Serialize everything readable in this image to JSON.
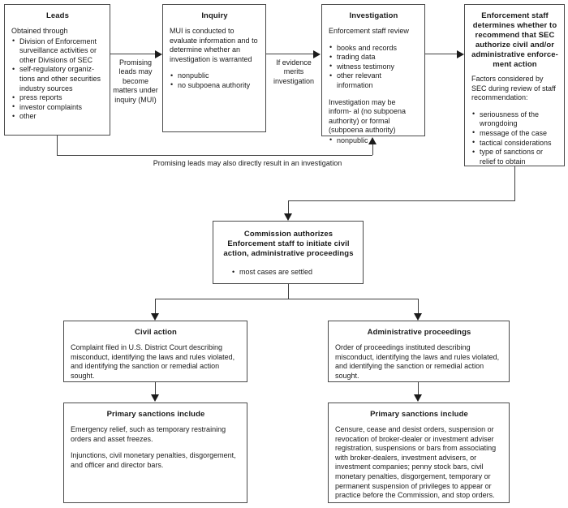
{
  "diagram": {
    "title": "SEC Enforcement Process Flowchart",
    "colors": {
      "background": "#ffffff",
      "box_border": "#4a4a4a",
      "connector": "#3f3f3f",
      "text": "#1a1a1a"
    }
  },
  "nodes": {
    "leads": {
      "title": "Leads",
      "intro": "Obtained through",
      "bullets": [
        "Division of Enforcement surveillance activities or other Divisions of SEC",
        "self-regulatory organiz- tions and other securities industry sources",
        "press reports",
        "investor complaints",
        "other"
      ]
    },
    "inquiry": {
      "title": "Inquiry",
      "paragraph": "MUI is conducted to evaluate information and to determine whether an investigation is warranted",
      "bullets": [
        "nonpublic",
        "no subpoena authority"
      ]
    },
    "investigation": {
      "title": "Investigation",
      "intro": "Enforcement staff review",
      "bullets": [
        "books and records",
        "trading data",
        "witness testimony",
        "other relevant information"
      ],
      "paragraph": "Investigation may be inform- al (no subpoena authority) or formal (subpoena authority)",
      "bullets2": [
        "nonpublic"
      ]
    },
    "enforcement_staff": {
      "title": "Enforcement staff determines whether to recommend that SEC authorize civil and/or administrative enforce- ment action",
      "paragraph": "Factors considered by SEC during review of staff recommendation:",
      "bullets": [
        "seriousness of the wrongdoing",
        "message of the case",
        "tactical considerations",
        "type of sanctions or relief to obtain"
      ]
    },
    "commission": {
      "title": "Commission authorizes Enforcement staff to initiate civil action, administrative proceedings",
      "bullets": [
        "most cases are settled"
      ]
    },
    "civil_action": {
      "title": "Civil action",
      "paragraph": "Complaint filed in U.S. District Court describing misconduct, identifying the laws and rules violated, and identifying the sanction or remedial action sought."
    },
    "admin_proceedings": {
      "title": "Administrative proceedings",
      "paragraph": "Order of proceedings instituted describing misconduct, identifying the laws and rules violated, and identifying the sanction or remedial action sought."
    },
    "civil_sanctions": {
      "title": "Primary sanctions include",
      "paragraph1": "Emergency relief, such as temporary restraining orders and asset freezes.",
      "paragraph2": "Injunctions, civil monetary penalties, disgorgement, and officer and director bars."
    },
    "admin_sanctions": {
      "title": "Primary sanctions include",
      "paragraph1": "Censure, cease and desist orders, suspension or revocation of broker-dealer or investment adviser registration, suspensions or bars from associating with broker-dealers, investment advisers, or investment companies; penny stock bars, civil monetary penalties, disgorgement, temporary or permanent suspension of privileges to appear or practice before the Commission, and stop orders."
    }
  },
  "edges": {
    "leads_to_inquiry": "Promising leads may become matters under inquiry (MUI)",
    "inquiry_to_investigation": "If evidence merits investigation",
    "leads_to_investigation": "Promising leads may also directly result in an investigation"
  }
}
